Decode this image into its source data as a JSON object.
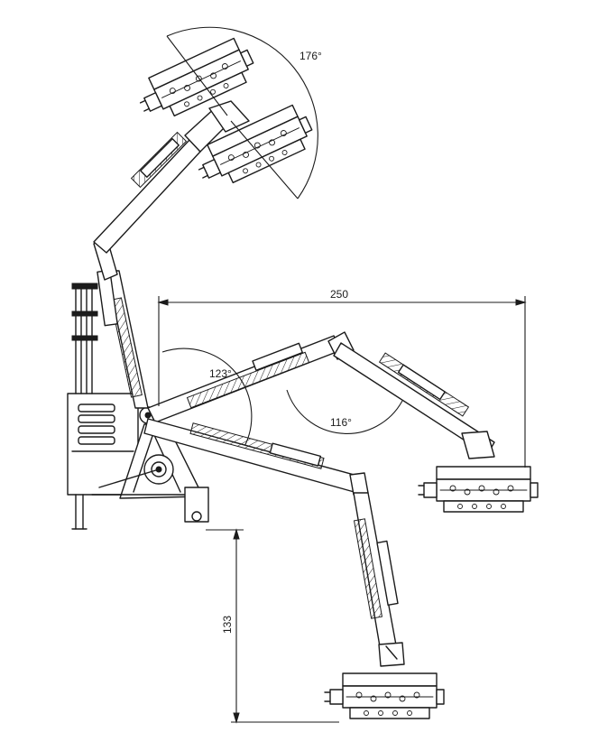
{
  "labels": {
    "angle_top": "176°",
    "angle_left": "123°",
    "angle_mid": "116°",
    "dim_horizontal": "250",
    "dim_vertical": "133"
  }
}
